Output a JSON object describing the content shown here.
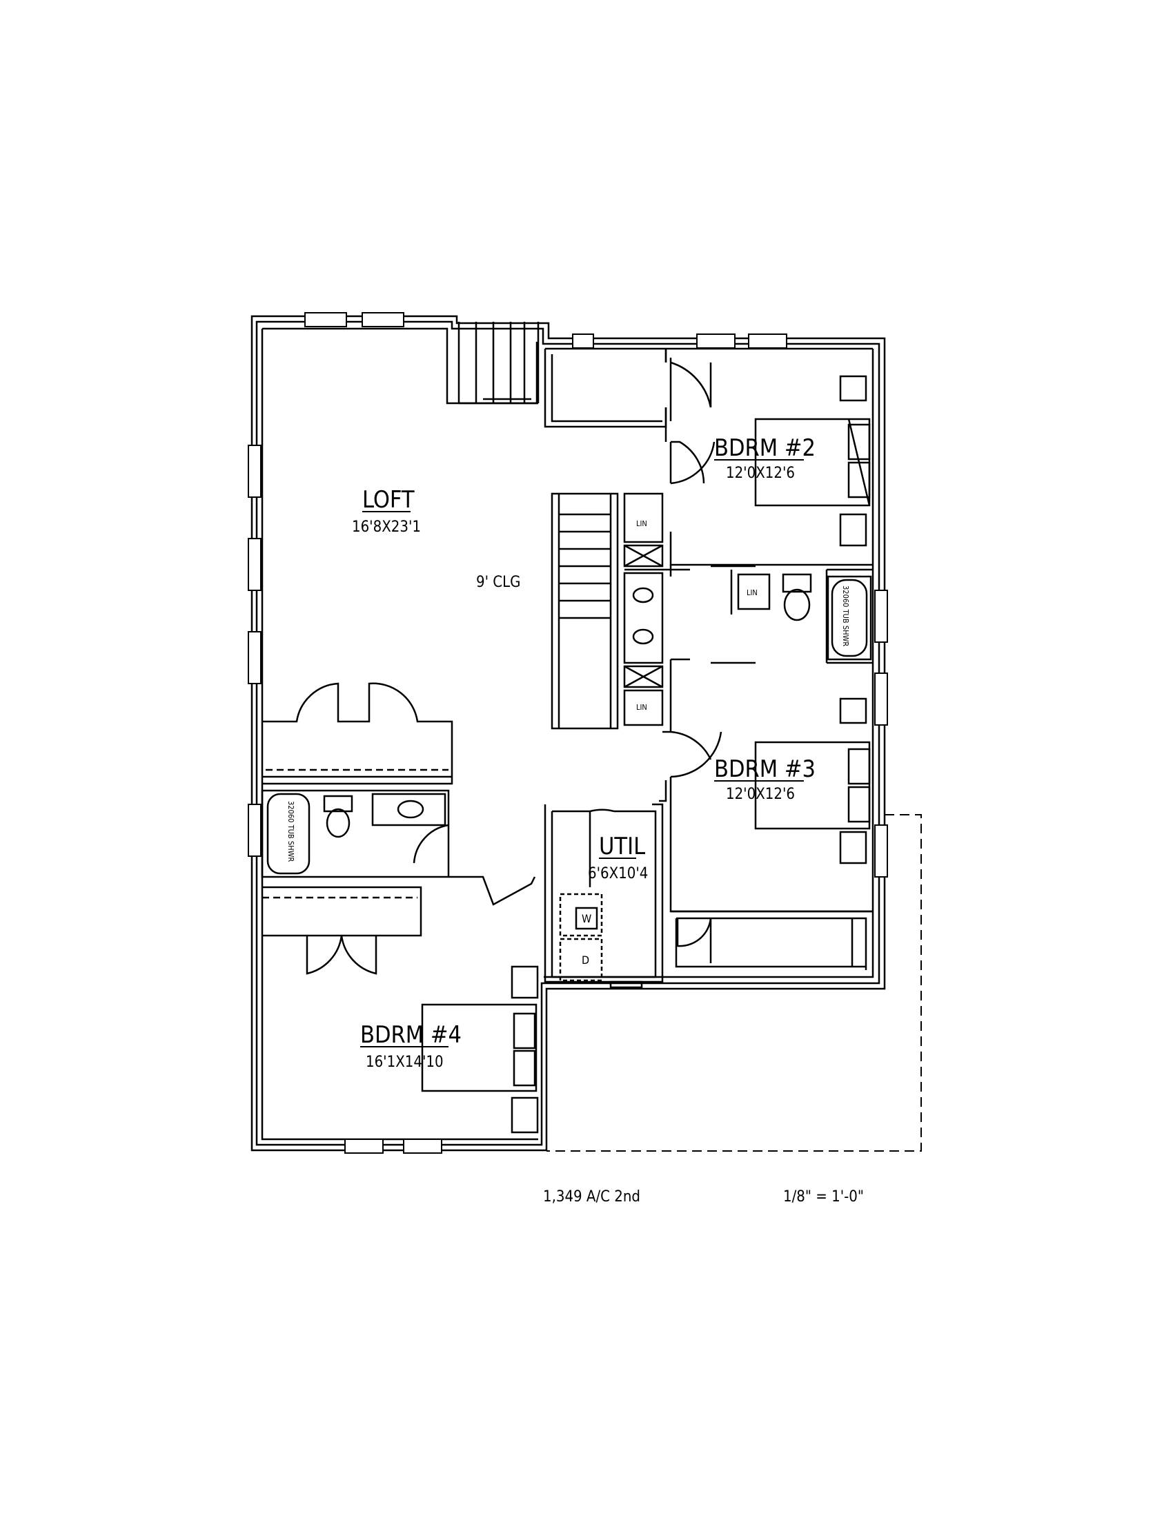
{
  "rooms": {
    "loft": {
      "name": "LOFT",
      "dims": "16'8X23'1"
    },
    "ceiling": "9' CLG",
    "bdrm2": {
      "name": "BDRM #2",
      "dims": "12'0X12'6"
    },
    "bdrm3": {
      "name": "BDRM #3",
      "dims": "12'0X12'6"
    },
    "bdrm4": {
      "name": "BDRM #4",
      "dims": "16'1X14'10"
    },
    "util": {
      "name": "UTIL",
      "dims": "6'6X10'4"
    }
  },
  "fixtures": {
    "lin1": "LIN",
    "lin2": "LIN",
    "lin3": "LIN",
    "tub1": "32060 TUB SHWR",
    "tub2": "32060 TUB SHWR",
    "washer": "W",
    "dryer": "D"
  },
  "footer": {
    "area": "1,349 A/C 2nd",
    "scale": "1/8\" = 1'-0\""
  }
}
